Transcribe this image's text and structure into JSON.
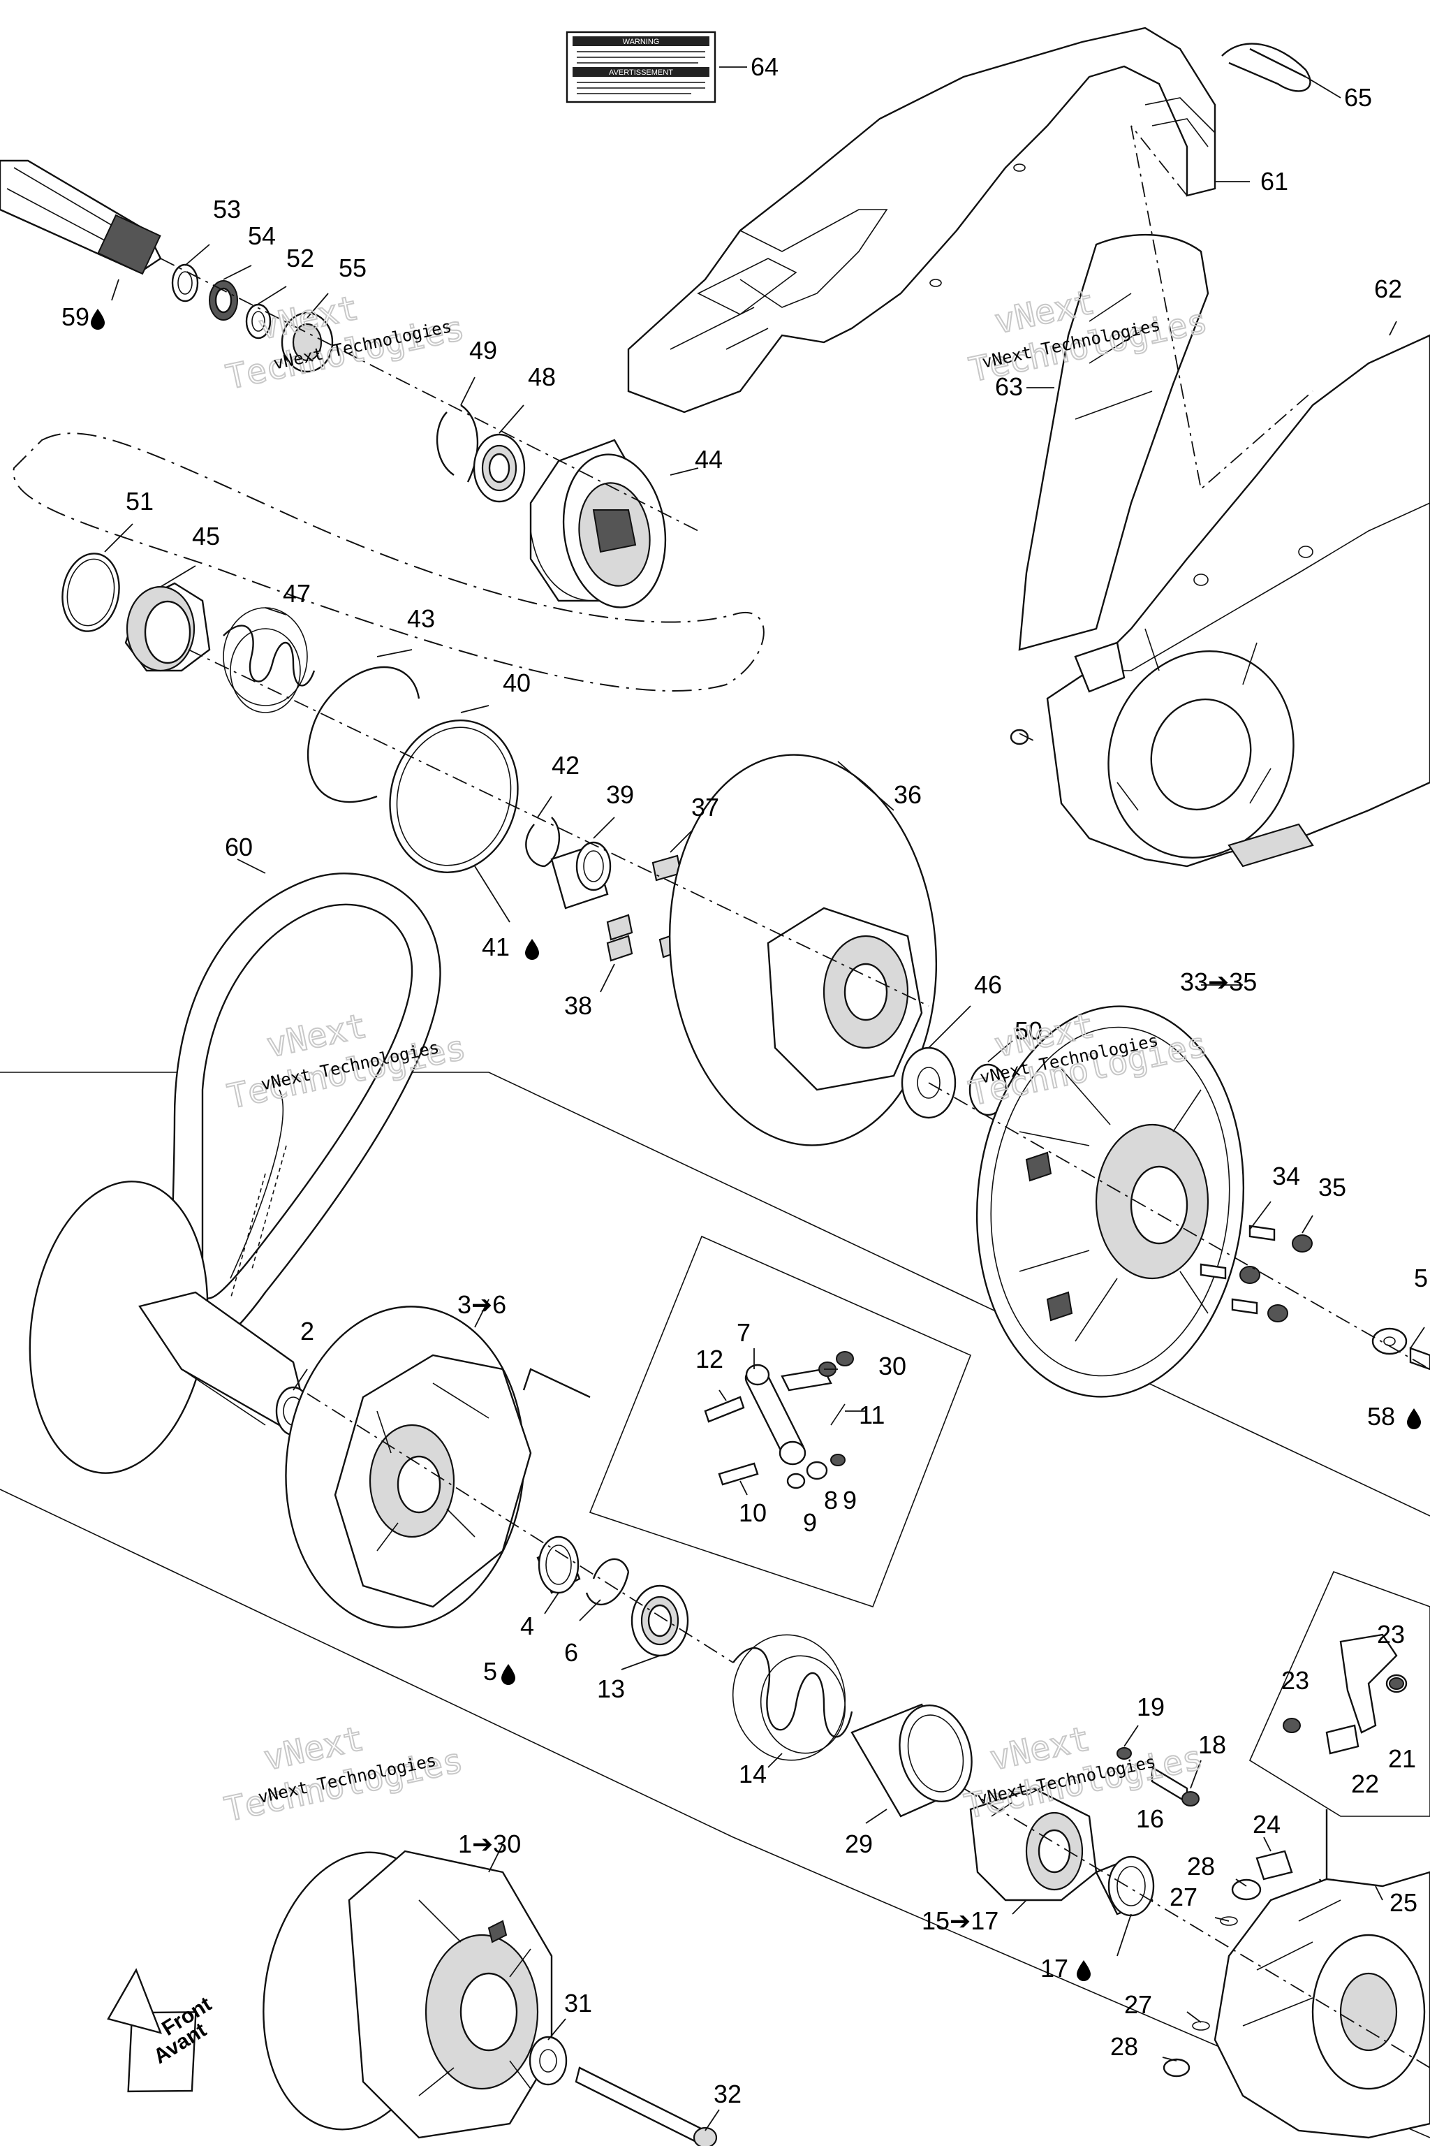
{
  "watermark": {
    "line1": "vNext",
    "line2": "Technologies",
    "caption": "vNext Technologies"
  },
  "front_label": {
    "en": "Front",
    "fr": "Avant"
  },
  "warning_decal": {
    "title1": "WARNING",
    "title2": "AVERTISSEMENT"
  },
  "callouts": [
    {
      "id": "c64",
      "text": "64"
    },
    {
      "id": "c65",
      "text": "65"
    },
    {
      "id": "c61",
      "text": "61"
    },
    {
      "id": "c62",
      "text": "62"
    },
    {
      "id": "c63",
      "text": "63"
    },
    {
      "id": "c53",
      "text": "53"
    },
    {
      "id": "c54",
      "text": "54"
    },
    {
      "id": "c52",
      "text": "52"
    },
    {
      "id": "c55",
      "text": "55"
    },
    {
      "id": "c59",
      "text": "59"
    },
    {
      "id": "c49",
      "text": "49"
    },
    {
      "id": "c48",
      "text": "48"
    },
    {
      "id": "c44",
      "text": "44"
    },
    {
      "id": "c51",
      "text": "51"
    },
    {
      "id": "c45",
      "text": "45"
    },
    {
      "id": "c47",
      "text": "47"
    },
    {
      "id": "c43",
      "text": "43"
    },
    {
      "id": "c40",
      "text": "40"
    },
    {
      "id": "c42",
      "text": "42"
    },
    {
      "id": "c39",
      "text": "39"
    },
    {
      "id": "c37",
      "text": "37"
    },
    {
      "id": "c36",
      "text": "36"
    },
    {
      "id": "c60",
      "text": "60"
    },
    {
      "id": "c41",
      "text": "41"
    },
    {
      "id": "c38",
      "text": "38"
    },
    {
      "id": "c46",
      "text": "46"
    },
    {
      "id": "c50",
      "text": "50"
    },
    {
      "id": "c33",
      "text": "33➔35"
    },
    {
      "id": "c34",
      "text": "34"
    },
    {
      "id": "c35",
      "text": "35"
    },
    {
      "id": "c5r",
      "text": "5"
    },
    {
      "id": "c58",
      "text": "58"
    },
    {
      "id": "c2",
      "text": "2"
    },
    {
      "id": "c3",
      "text": "3➔6"
    },
    {
      "id": "c7",
      "text": "7"
    },
    {
      "id": "c12",
      "text": "12"
    },
    {
      "id": "c30a",
      "text": "30"
    },
    {
      "id": "c11",
      "text": "11"
    },
    {
      "id": "c10",
      "text": "10"
    },
    {
      "id": "c9a",
      "text": "9"
    },
    {
      "id": "c8",
      "text": "8"
    },
    {
      "id": "c9b",
      "text": "9"
    },
    {
      "id": "c4",
      "text": "4"
    },
    {
      "id": "c5",
      "text": "5"
    },
    {
      "id": "c6",
      "text": "6"
    },
    {
      "id": "c13",
      "text": "13"
    },
    {
      "id": "c14",
      "text": "14"
    },
    {
      "id": "c29",
      "text": "29"
    },
    {
      "id": "c19",
      "text": "19"
    },
    {
      "id": "c18",
      "text": "18"
    },
    {
      "id": "c16",
      "text": "16"
    },
    {
      "id": "c15",
      "text": "15➔17"
    },
    {
      "id": "c17",
      "text": "17"
    },
    {
      "id": "c23a",
      "text": "23"
    },
    {
      "id": "c23b",
      "text": "23"
    },
    {
      "id": "c21",
      "text": "21"
    },
    {
      "id": "c22",
      "text": "22"
    },
    {
      "id": "c24",
      "text": "24"
    },
    {
      "id": "c28a",
      "text": "28"
    },
    {
      "id": "c27a",
      "text": "27"
    },
    {
      "id": "c25",
      "text": "25"
    },
    {
      "id": "c27b",
      "text": "27"
    },
    {
      "id": "c28b",
      "text": "28"
    },
    {
      "id": "c1",
      "text": "1➔30"
    },
    {
      "id": "c31",
      "text": "31"
    },
    {
      "id": "c32",
      "text": "32"
    }
  ]
}
